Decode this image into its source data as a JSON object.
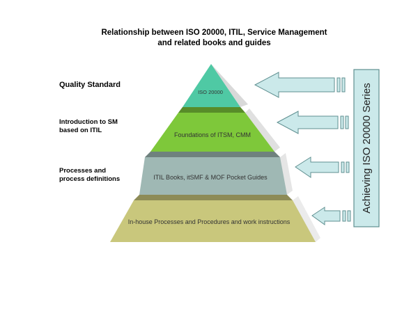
{
  "title": {
    "line1": "Relationship between ISO 20000, ITIL, Service Management",
    "line2": "and related books and guides"
  },
  "left_labels": [
    {
      "lines": [
        "Quality Standard"
      ]
    },
    {
      "lines": [
        "Introduction to SM",
        "based on ITIL"
      ]
    },
    {
      "lines": [
        "Processes and",
        "process definitions"
      ]
    }
  ],
  "pyramid_layers": [
    {
      "label": "ISO 20000",
      "color": "#4fc9a4"
    },
    {
      "label": "Foundations of ITSM, CMM",
      "color": "#7ec83a"
    },
    {
      "label": "ITIL Books, itSMF & MOF Pocket Guides",
      "color": "#9fb8b4"
    },
    {
      "label": "In-house Processes and Procedures and work instructions",
      "color": "#c9c77c"
    }
  ],
  "side_box": {
    "label": "Achieving ISO 20000 Series",
    "color": "#cbe9ea"
  },
  "arrow_color": "#cbe9ea"
}
